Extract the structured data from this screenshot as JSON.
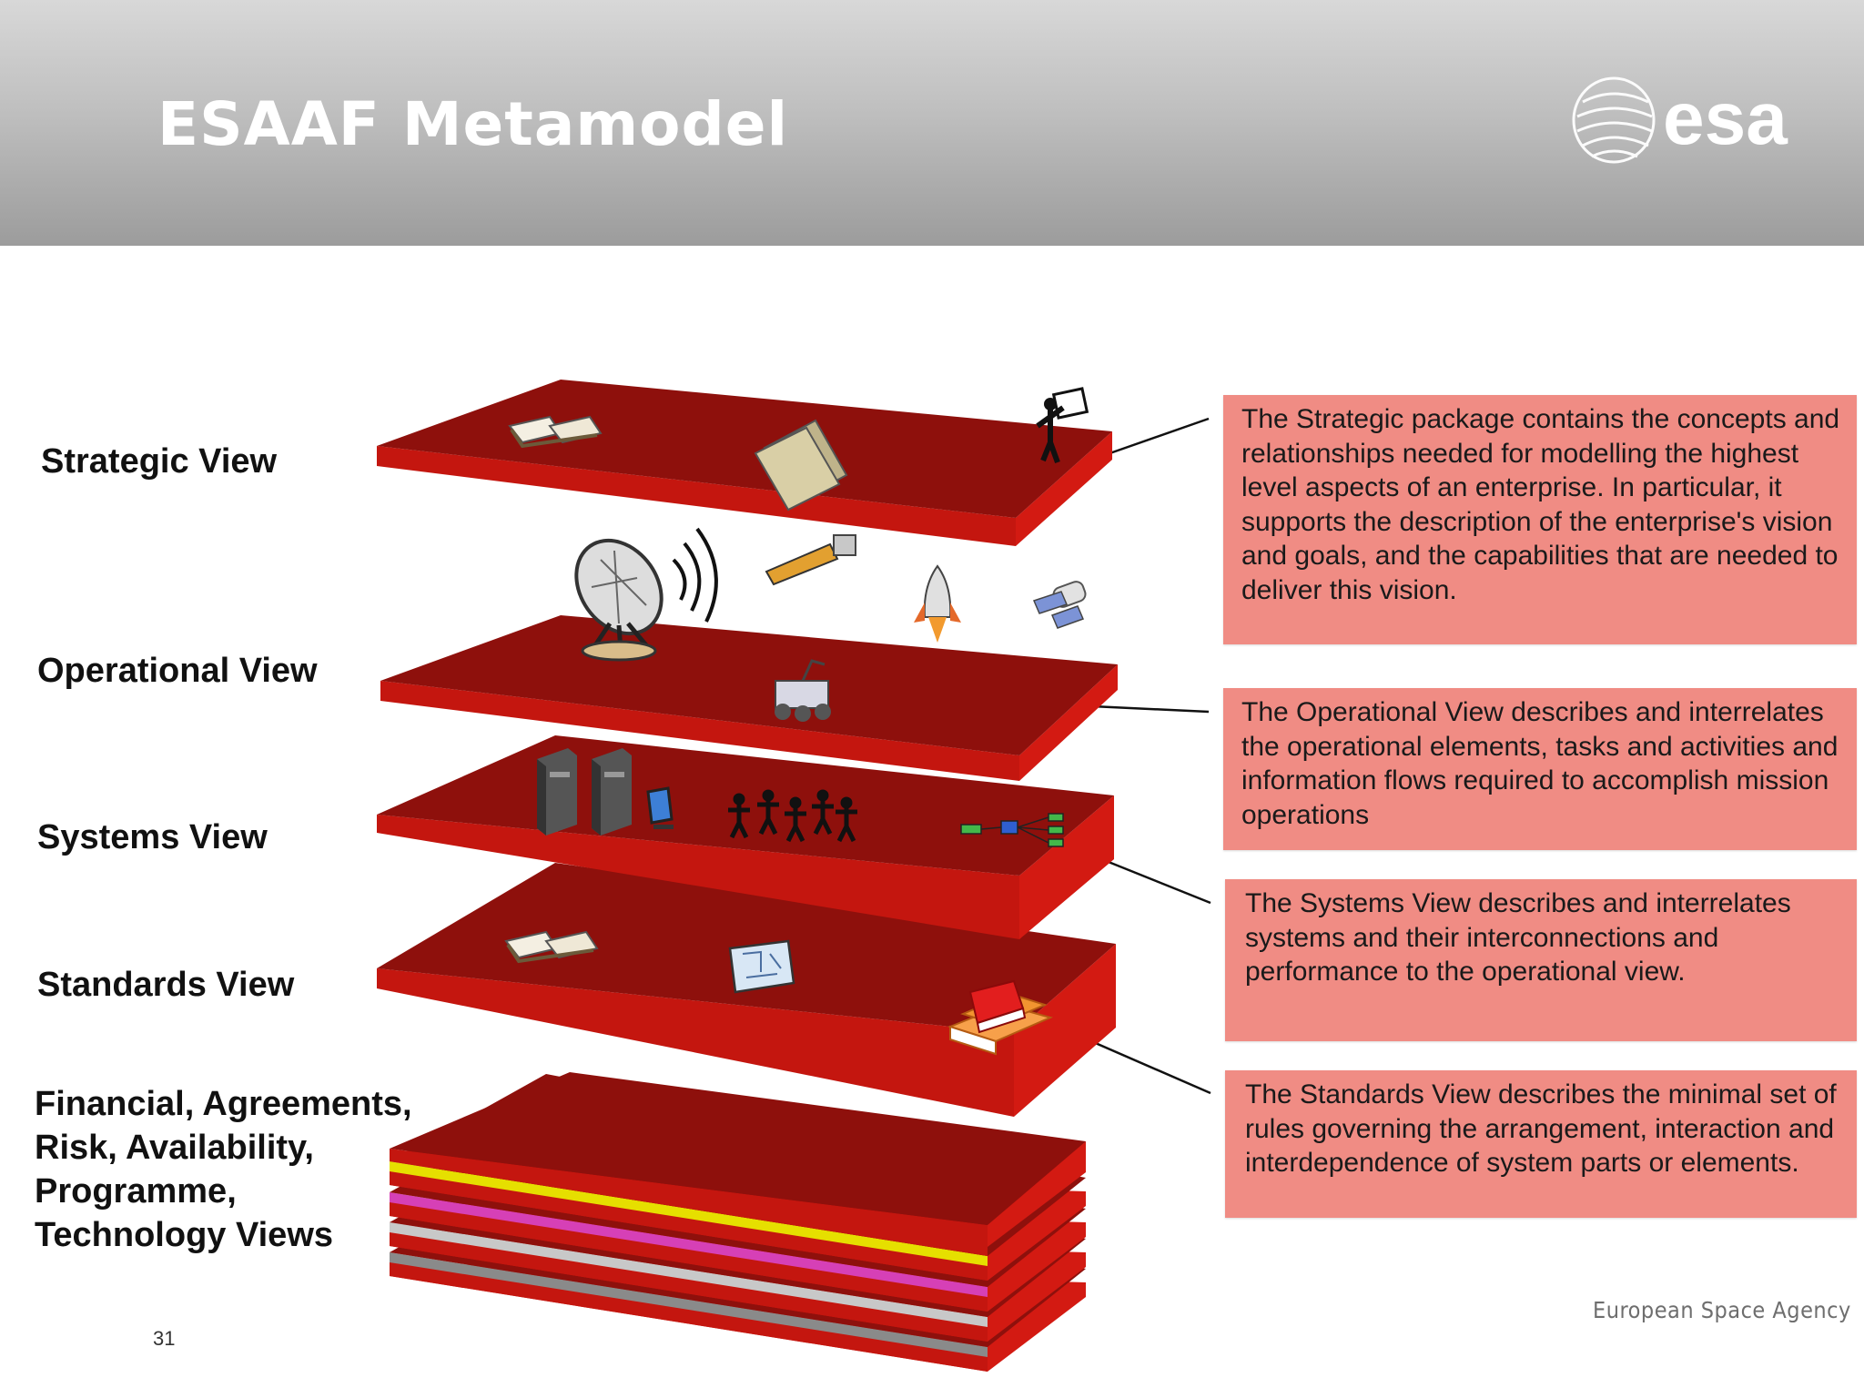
{
  "slide": {
    "title": "ESAAF Metamodel",
    "page_number": "31",
    "footer": "European Space Agency",
    "logo_text": "esa"
  },
  "colors": {
    "layer_top": "#8e100c",
    "layer_front": "#c4160f",
    "layer_side": "#d31a12",
    "desc_box": "#f08c84",
    "header_gradient": [
      "#d8d8d8",
      "#9c9c9c"
    ],
    "sub_layer_yellow": "#e6df00",
    "sub_layer_magenta": "#d640b6",
    "sub_layer_silver": "#c8c8c8",
    "sub_layer_gray": "#8a8a8a"
  },
  "views": [
    {
      "label": "Strategic View",
      "icons": [
        "open-book-icon",
        "folder-icon",
        "person-with-sign-icon"
      ]
    },
    {
      "label": "Operational View",
      "icons": [
        "satellite-dish-icon",
        "satellite-icon",
        "rocket-icon",
        "space-station-icon",
        "rover-icon"
      ]
    },
    {
      "label": "Systems View",
      "icons": [
        "server-icon",
        "server-icon",
        "monitor-icon",
        "people-group-icon",
        "network-icon"
      ]
    },
    {
      "label": "Standards View",
      "icons": [
        "open-book-icon",
        "blueprint-icon",
        "book-stack-icon"
      ]
    }
  ],
  "bottom_views": {
    "lines": [
      "Financial, Agreements,",
      "Risk, Availability,",
      "Programme,",
      "Technology Views"
    ]
  },
  "descriptions": [
    "The Strategic package contains the concepts and relationships needed for modelling the highest level aspects of an enterprise. In particular, it supports the description of the enterprise's vision and goals, and the capabilities that are needed to deliver this vision.",
    "The Operational View describes and interrelates the operational elements, tasks and activities and information flows required to accomplish mission operations",
    "The Systems View describes and  interrelates systems and their interconnections and performance to the operational view.",
    "The Standards View describes the minimal set of rules governing the arrangement, interaction and interdependence of system parts or elements."
  ]
}
